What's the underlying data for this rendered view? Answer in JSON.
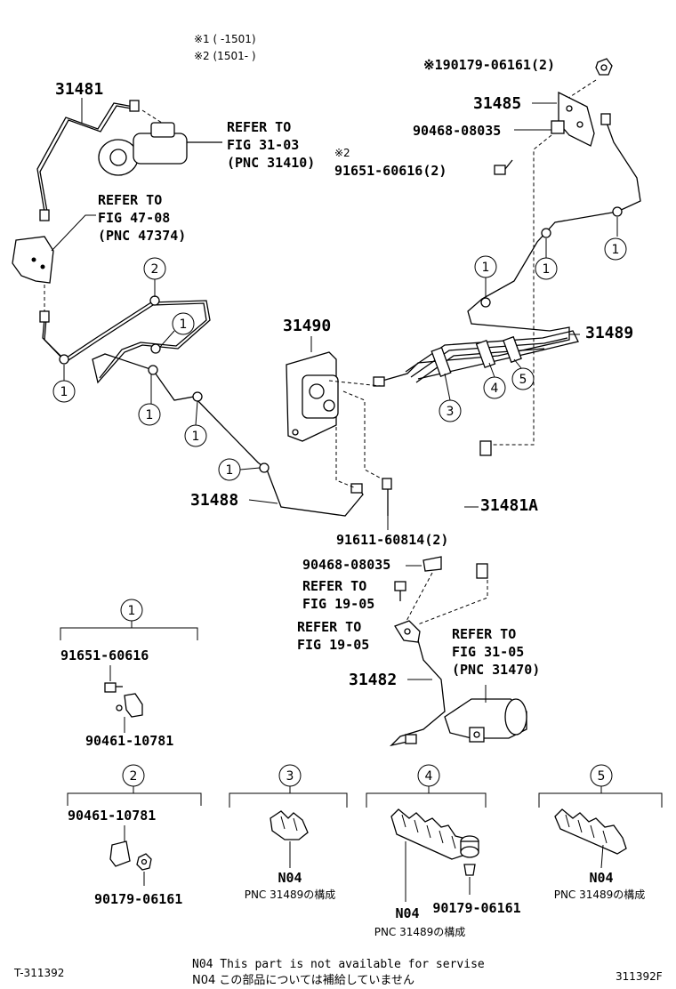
{
  "notes": {
    "note1": "※1 (     -1501)",
    "note2": "※2 (1501-     )"
  },
  "top_right": {
    "pn_nut": "※190179-06161(2)",
    "pn_31485": "31485",
    "pn_clip": "90468-08035",
    "mark2": "※2",
    "pn_bolt": "91651-60616(2)"
  },
  "top_left": {
    "pn_31481": "31481",
    "ref1": [
      "REFER TO",
      "FIG 31-03",
      "(PNC 31410)"
    ],
    "ref2": [
      "REFER TO",
      "FIG 47-08",
      "(PNC 47374)"
    ]
  },
  "middle": {
    "pn_31490": "31490",
    "pn_31489": "31489",
    "pn_31488": "31488",
    "pn_31481A": "31481A",
    "pn_bolt2": "91611-60814(2)"
  },
  "lower": {
    "pn_clip2": "90468-08035",
    "ref3": [
      "REFER TO",
      "FIG 19-05"
    ],
    "ref4": [
      "REFER TO",
      "FIG 19-05"
    ],
    "ref5": [
      "REFER TO",
      "FIG 31-05",
      "(PNC 31470)"
    ],
    "pn_31482": "31482"
  },
  "callouts": [
    "1",
    "2",
    "3",
    "4",
    "5"
  ],
  "groups": {
    "g1": {
      "num": "1",
      "pn_a": "91651-60616",
      "pn_b": "90461-10781"
    },
    "g2": {
      "num": "2",
      "pn_a": "90461-10781",
      "pn_b": "90179-06161"
    },
    "g3": {
      "num": "3",
      "code": "N04",
      "pnc": "PNC 31489の構成"
    },
    "g4": {
      "num": "4",
      "code": "N04",
      "pnc": "PNC 31489の構成",
      "pn_nut": "90179-06161"
    },
    "g5": {
      "num": "5",
      "code": "N04",
      "pnc": "PNC 31489の構成"
    }
  },
  "footer": {
    "left_id": "T-311392",
    "right_id": "311392F",
    "note_en": "N04 This part is not available for servise",
    "note_jp": "N04 この部品については補給していません"
  }
}
